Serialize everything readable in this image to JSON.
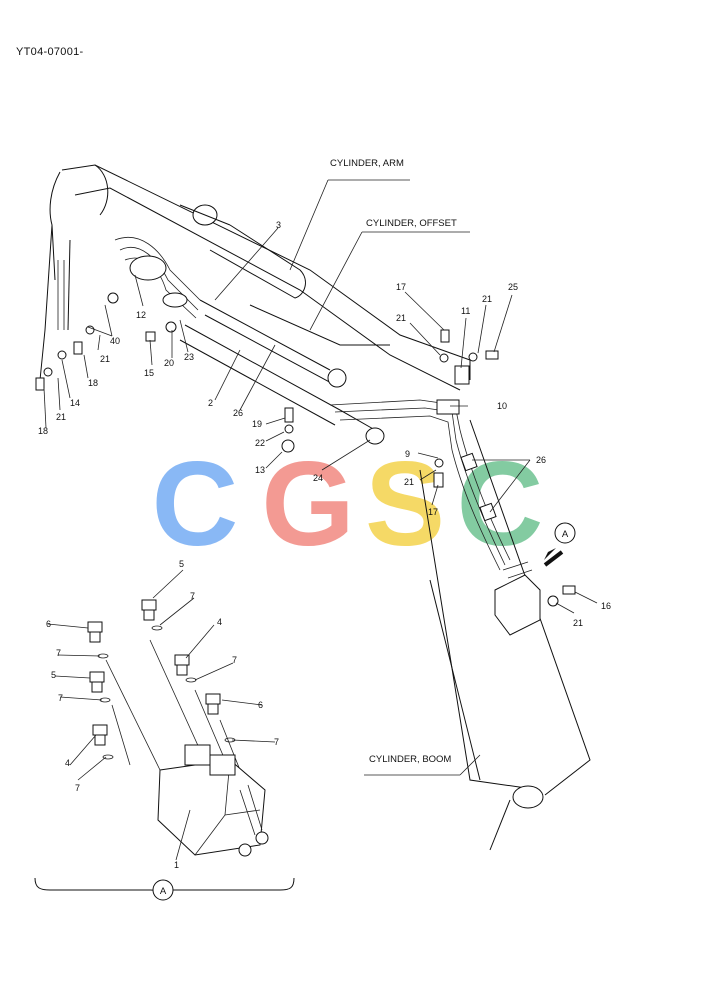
{
  "document_code": "YT04-07001-",
  "callouts": {
    "cylinder_arm": "CYLINDER, ARM",
    "cylinder_offset": "CYLINDER, OFFSET",
    "cylinder_boom": "CYLINDER, BOOM",
    "detail_view": "A",
    "detail_marker": "A"
  },
  "part_numbers": {
    "p3": "3",
    "p12": "12",
    "p40": "40",
    "p21a": "21",
    "p14": "14",
    "p18a": "18",
    "p18b": "18",
    "p21b": "21",
    "p15": "15",
    "p20": "20",
    "p23": "23",
    "p2": "2",
    "p26a": "26",
    "p19": "19",
    "p22": "22",
    "p13": "13",
    "p24": "24",
    "p17a": "17",
    "p11": "11",
    "p21c": "21",
    "p25": "25",
    "p21d": "21",
    "p10": "10",
    "p9": "9",
    "p21e": "21",
    "p17b": "17",
    "p26b": "26",
    "p16": "16",
    "p21f": "21",
    "d5a": "5",
    "d7a": "7",
    "d6a": "6",
    "d4a": "4",
    "d7b": "7",
    "d5b": "5",
    "d7c": "7",
    "d7d": "7",
    "d6b": "6",
    "d4b": "4",
    "d7e": "7",
    "d7f": "7",
    "d1": "1"
  },
  "watermark": {
    "letters": [
      "C",
      "G",
      "S",
      "C"
    ],
    "colors": [
      "#7fb2f5",
      "#f3928a",
      "#f5d65a",
      "#79c79a"
    ]
  }
}
